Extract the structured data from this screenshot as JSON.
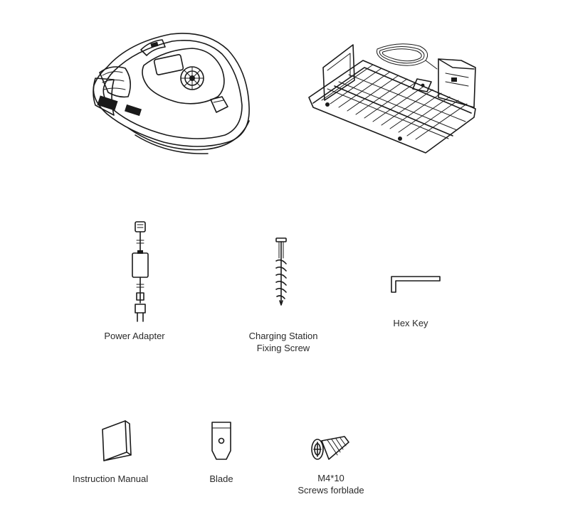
{
  "items": {
    "power_adapter": "Power Adapter",
    "fixing_screw_line1": "Charging Station",
    "fixing_screw_line2": "Fixing Screw",
    "hex_key": "Hex Key",
    "instruction_manual": "Instruction Manual",
    "blade": "Blade",
    "screws_line1": "M4*10",
    "screws_line2": "Screws forblade"
  }
}
